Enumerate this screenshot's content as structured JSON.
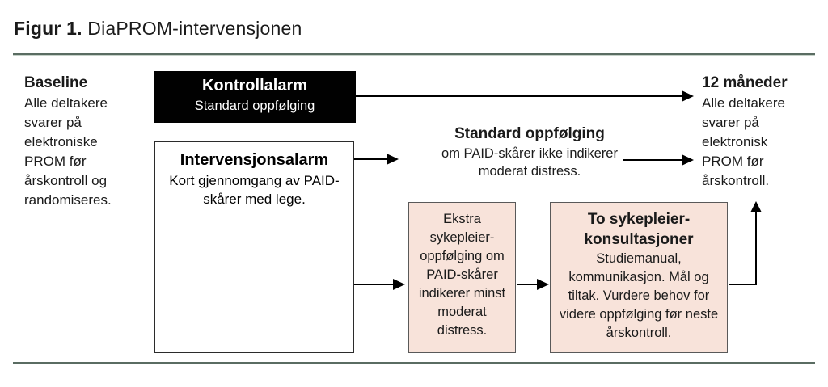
{
  "figure": {
    "title_bold": "Figur 1.",
    "title_rest": " DiaPROM-intervensjonen"
  },
  "baseline": {
    "heading": "Baseline",
    "body": "Alle deltakere svarer på elektroniske PROM før årskontroll og randomiseres."
  },
  "control_alarm": {
    "heading": "Kontrollalarm",
    "body": "Standard oppfølging"
  },
  "intervention_alarm": {
    "heading": "Intervensjonsalarm",
    "body": "Kort gjennomgang av PAID-skårer med lege."
  },
  "standard_followup": {
    "heading": "Standard oppfølging",
    "body": "om PAID-skårer ikke indikerer moderat distress."
  },
  "extra_followup": {
    "body": "Ekstra sykepleier-oppfølging om PAID-skårer indikerer minst moderat distress."
  },
  "nurse_consultations": {
    "heading": "To sykepleier-konsultasjoner",
    "body": "Studiemanual, kommunikasjon. Mål og tiltak. Vurdere behov for videre oppfølging før neste årskontroll."
  },
  "twelve_months": {
    "heading": "12 måneder",
    "body": "Alle deltakere svarer på elektronisk PROM før årskontroll."
  },
  "colors": {
    "pink_box": "#f8e3da",
    "black_box": "#010101",
    "rule": "#5a6c62",
    "arrow": "#000000"
  }
}
